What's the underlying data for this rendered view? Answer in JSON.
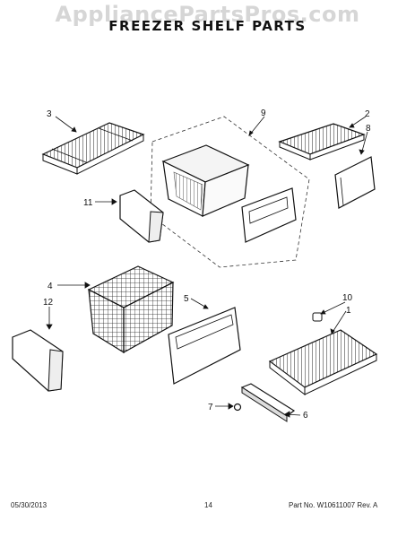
{
  "watermark": "AppliancePartsPros.com",
  "title": "FREEZER SHELF PARTS",
  "callouts": {
    "c1": "1",
    "c2": "2",
    "c3": "3",
    "c4": "4",
    "c5": "5",
    "c6": "6",
    "c7": "7",
    "c8": "8",
    "c9": "9",
    "c10": "10",
    "c11": "11",
    "c12": "12"
  },
  "footer": {
    "date": "05/30/2013",
    "page": "14",
    "part_no": "Part No.  W10611007  Rev.  A"
  }
}
